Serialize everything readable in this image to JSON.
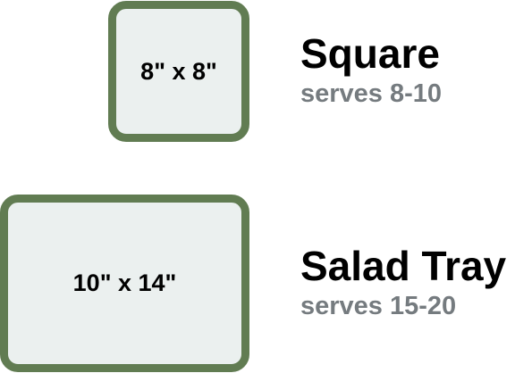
{
  "options": [
    {
      "name": "Square",
      "serves": "serves 8-10",
      "dimensions": "8\" x 8\""
    },
    {
      "name": "Salad Tray",
      "serves": "serves 15-20",
      "dimensions": "10\" x 14\""
    }
  ],
  "colors": {
    "tray_border": "#617c52",
    "tray_fill": "#ebf0ef",
    "serves_text": "#757b7f",
    "name_text": "#000000"
  }
}
